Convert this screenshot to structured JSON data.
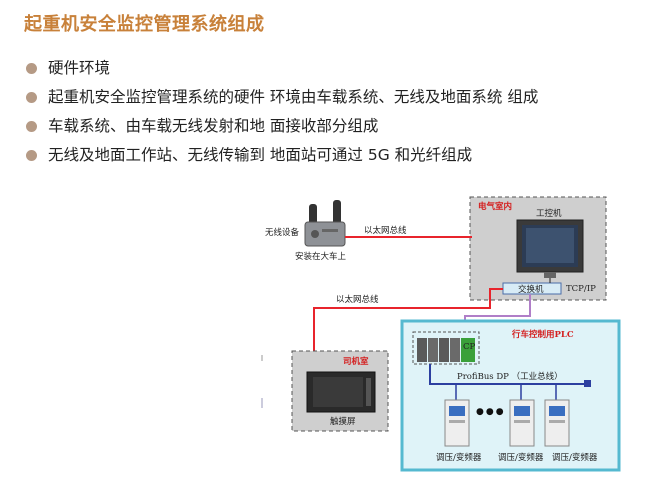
{
  "title": "起重机安全监控管理系统组成",
  "bullets": [
    "硬件环境",
    "起重机安全监控管理系统的硬件 环境由车载系统、无线及地面系统 组成",
    "车载系统、由车载无线发射和地 面接收部分组成",
    "无线及地面工作站、无线传输到 地面站可通过 5G 和光纤组成"
  ],
  "diagram": {
    "wireless_device_label": "无线设备",
    "mounted_label": "安装在大车上",
    "ethernet_bus_top": "以太网总线",
    "ethernet_bus_mid": "以太网总线",
    "electrical_room_label": "电气室内",
    "ipc_label": "工控机",
    "switch_label": "交换机",
    "tcpip_label": "TCP/IP",
    "cab_label": "司机室",
    "touch_screen_label": "触摸屏",
    "plc_area_label": "行车控制用PLC",
    "plc_module_label": "CP",
    "profibus_label": "ProfiBus DP （工业总线）",
    "ellipsis": "●●●",
    "drive_labels": [
      "调压/变频器",
      "调压/变频器",
      "调压/变频器"
    ]
  },
  "colors": {
    "title": "#c8813a",
    "bullet_dot": "#b59a85",
    "ethernet_line": "#e8242c",
    "profibus_line": "#2c3fa0",
    "plc_panel_border": "#55b9d0",
    "plc_panel_fill": "#dff3f8",
    "dashed_panel_fill": "#cfcfcf",
    "accent_red": "#d42020"
  }
}
